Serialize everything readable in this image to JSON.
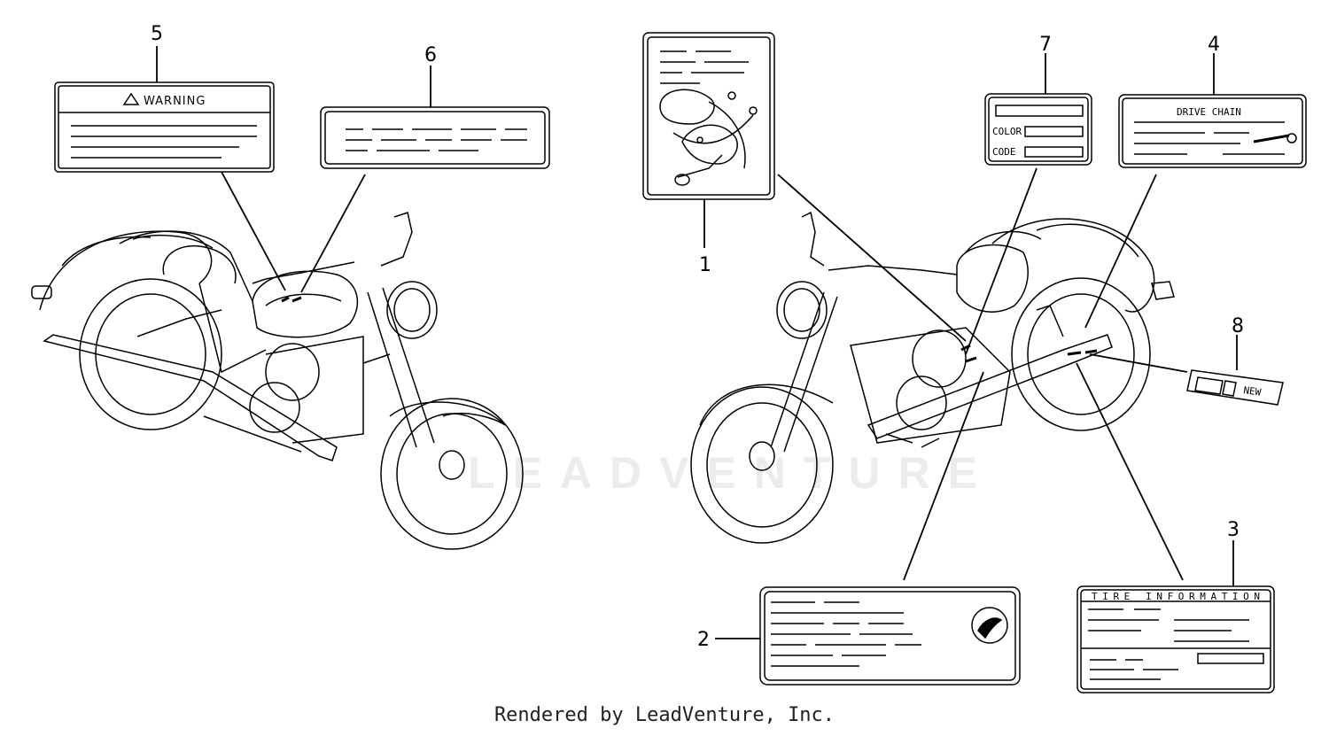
{
  "footer": "Rendered by LeadVenture, Inc.",
  "watermark": "LEADVENTURE",
  "callouts": [
    {
      "id": "1",
      "text": "1"
    },
    {
      "id": "2",
      "text": "2"
    },
    {
      "id": "3",
      "text": "3"
    },
    {
      "id": "4",
      "text": "4"
    },
    {
      "id": "5",
      "text": "5"
    },
    {
      "id": "6",
      "text": "6"
    },
    {
      "id": "7",
      "text": "7"
    },
    {
      "id": "8",
      "text": "8"
    }
  ],
  "labels": {
    "warning": "WARNING",
    "drive_chain": "DRIVE CHAIN",
    "color": "COLOR",
    "code": "CODE",
    "new": "NEW",
    "tire_information": "TIRE INFORMATION"
  }
}
